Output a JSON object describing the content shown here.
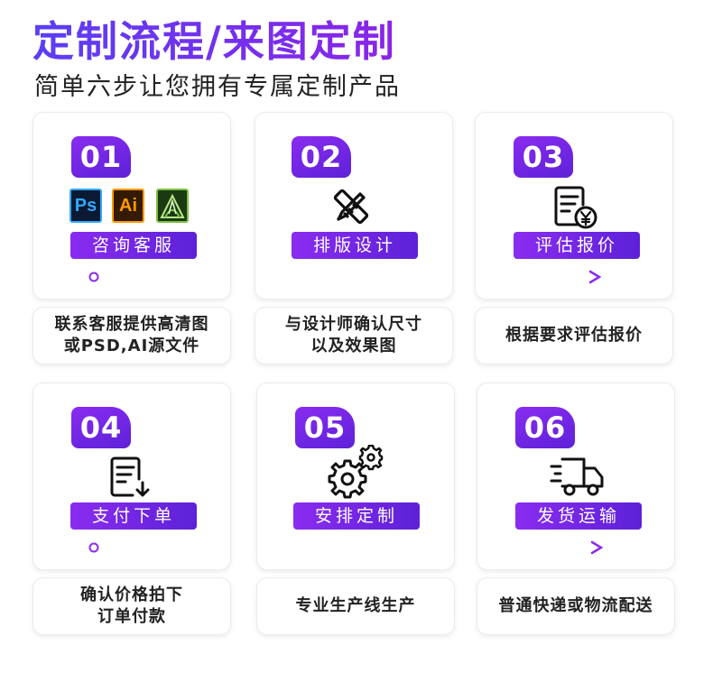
{
  "header": {
    "title": "定制流程/来图定制",
    "subtitle": "简单六步让您拥有专属定制产品"
  },
  "colors": {
    "accent_start": "#8a2cf0",
    "accent_end": "#5d21d8"
  },
  "steps": [
    {
      "num": "01",
      "label": "咨询客服",
      "desc_line1": "联系客服提供高清图",
      "desc_line2": "或PSD,AI源文件",
      "icon": "software-icons"
    },
    {
      "num": "02",
      "label": "排版设计",
      "desc_line1": "与设计师确认尺寸",
      "desc_line2": "以及效果图",
      "icon": "ruler-pencil-icon"
    },
    {
      "num": "03",
      "label": "评估报价",
      "desc_line1": "根据要求评估报价",
      "desc_line2": "",
      "icon": "invoice-yen-icon"
    },
    {
      "num": "04",
      "label": "支付下单",
      "desc_line1": "确认价格拍下",
      "desc_line2": "订单付款",
      "icon": "document-download-icon"
    },
    {
      "num": "05",
      "label": "安排定制",
      "desc_line1": "专业生产线生产",
      "desc_line2": "",
      "icon": "gears-icon"
    },
    {
      "num": "06",
      "label": "发货运输",
      "desc_line1": "普通快递或物流配送",
      "desc_line2": "",
      "icon": "delivery-truck-icon"
    }
  ],
  "software": {
    "ps": "Ps",
    "ai": "Ai"
  }
}
